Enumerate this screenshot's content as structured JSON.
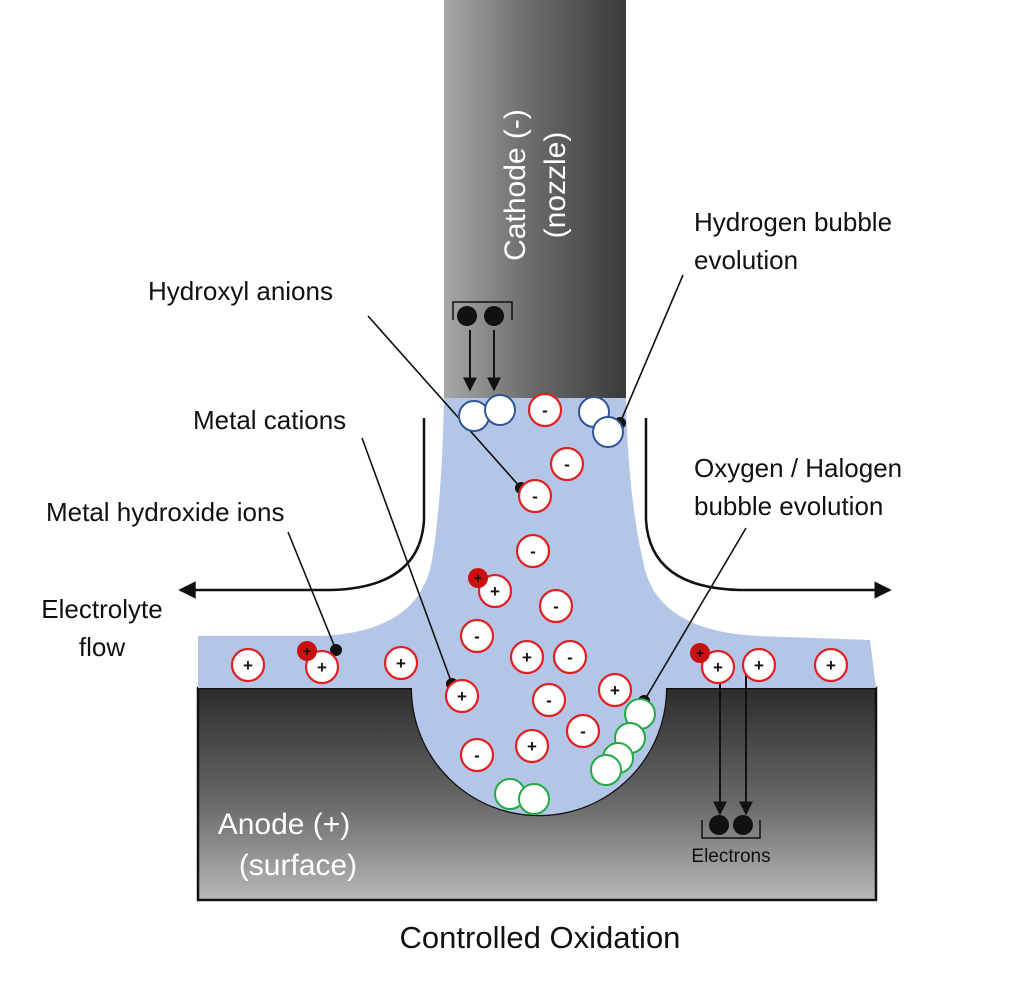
{
  "labels": {
    "cathode_line1": "Cathode (-)",
    "cathode_line2": "(nozzle)",
    "hydrogen_line1": "Hydrogen bubble",
    "hydrogen_line2": "evolution",
    "hydroxyl": "Hydroxyl anions",
    "metal_cations": "Metal cations",
    "oxygen_line1": "Oxygen / Halogen",
    "oxygen_line2": "bubble evolution",
    "metal_hydroxide": "Metal hydroxide ions",
    "electrolyte_line1": "Electrolyte",
    "electrolyte_line2": "flow",
    "anode_line1": "Anode (+)",
    "anode_line2": "(surface)",
    "electrons": "Electrons"
  },
  "caption": "Controlled Oxidation",
  "symbols": {
    "minus": "-",
    "plus": "+"
  },
  "colors": {
    "electrolyte": "#b4c6e7",
    "cation_ring": "#e02020",
    "hydrogen_ring": "#2f5597",
    "oxygen_ring": "#22aa44",
    "hydroxide_core": "#cc1010"
  }
}
